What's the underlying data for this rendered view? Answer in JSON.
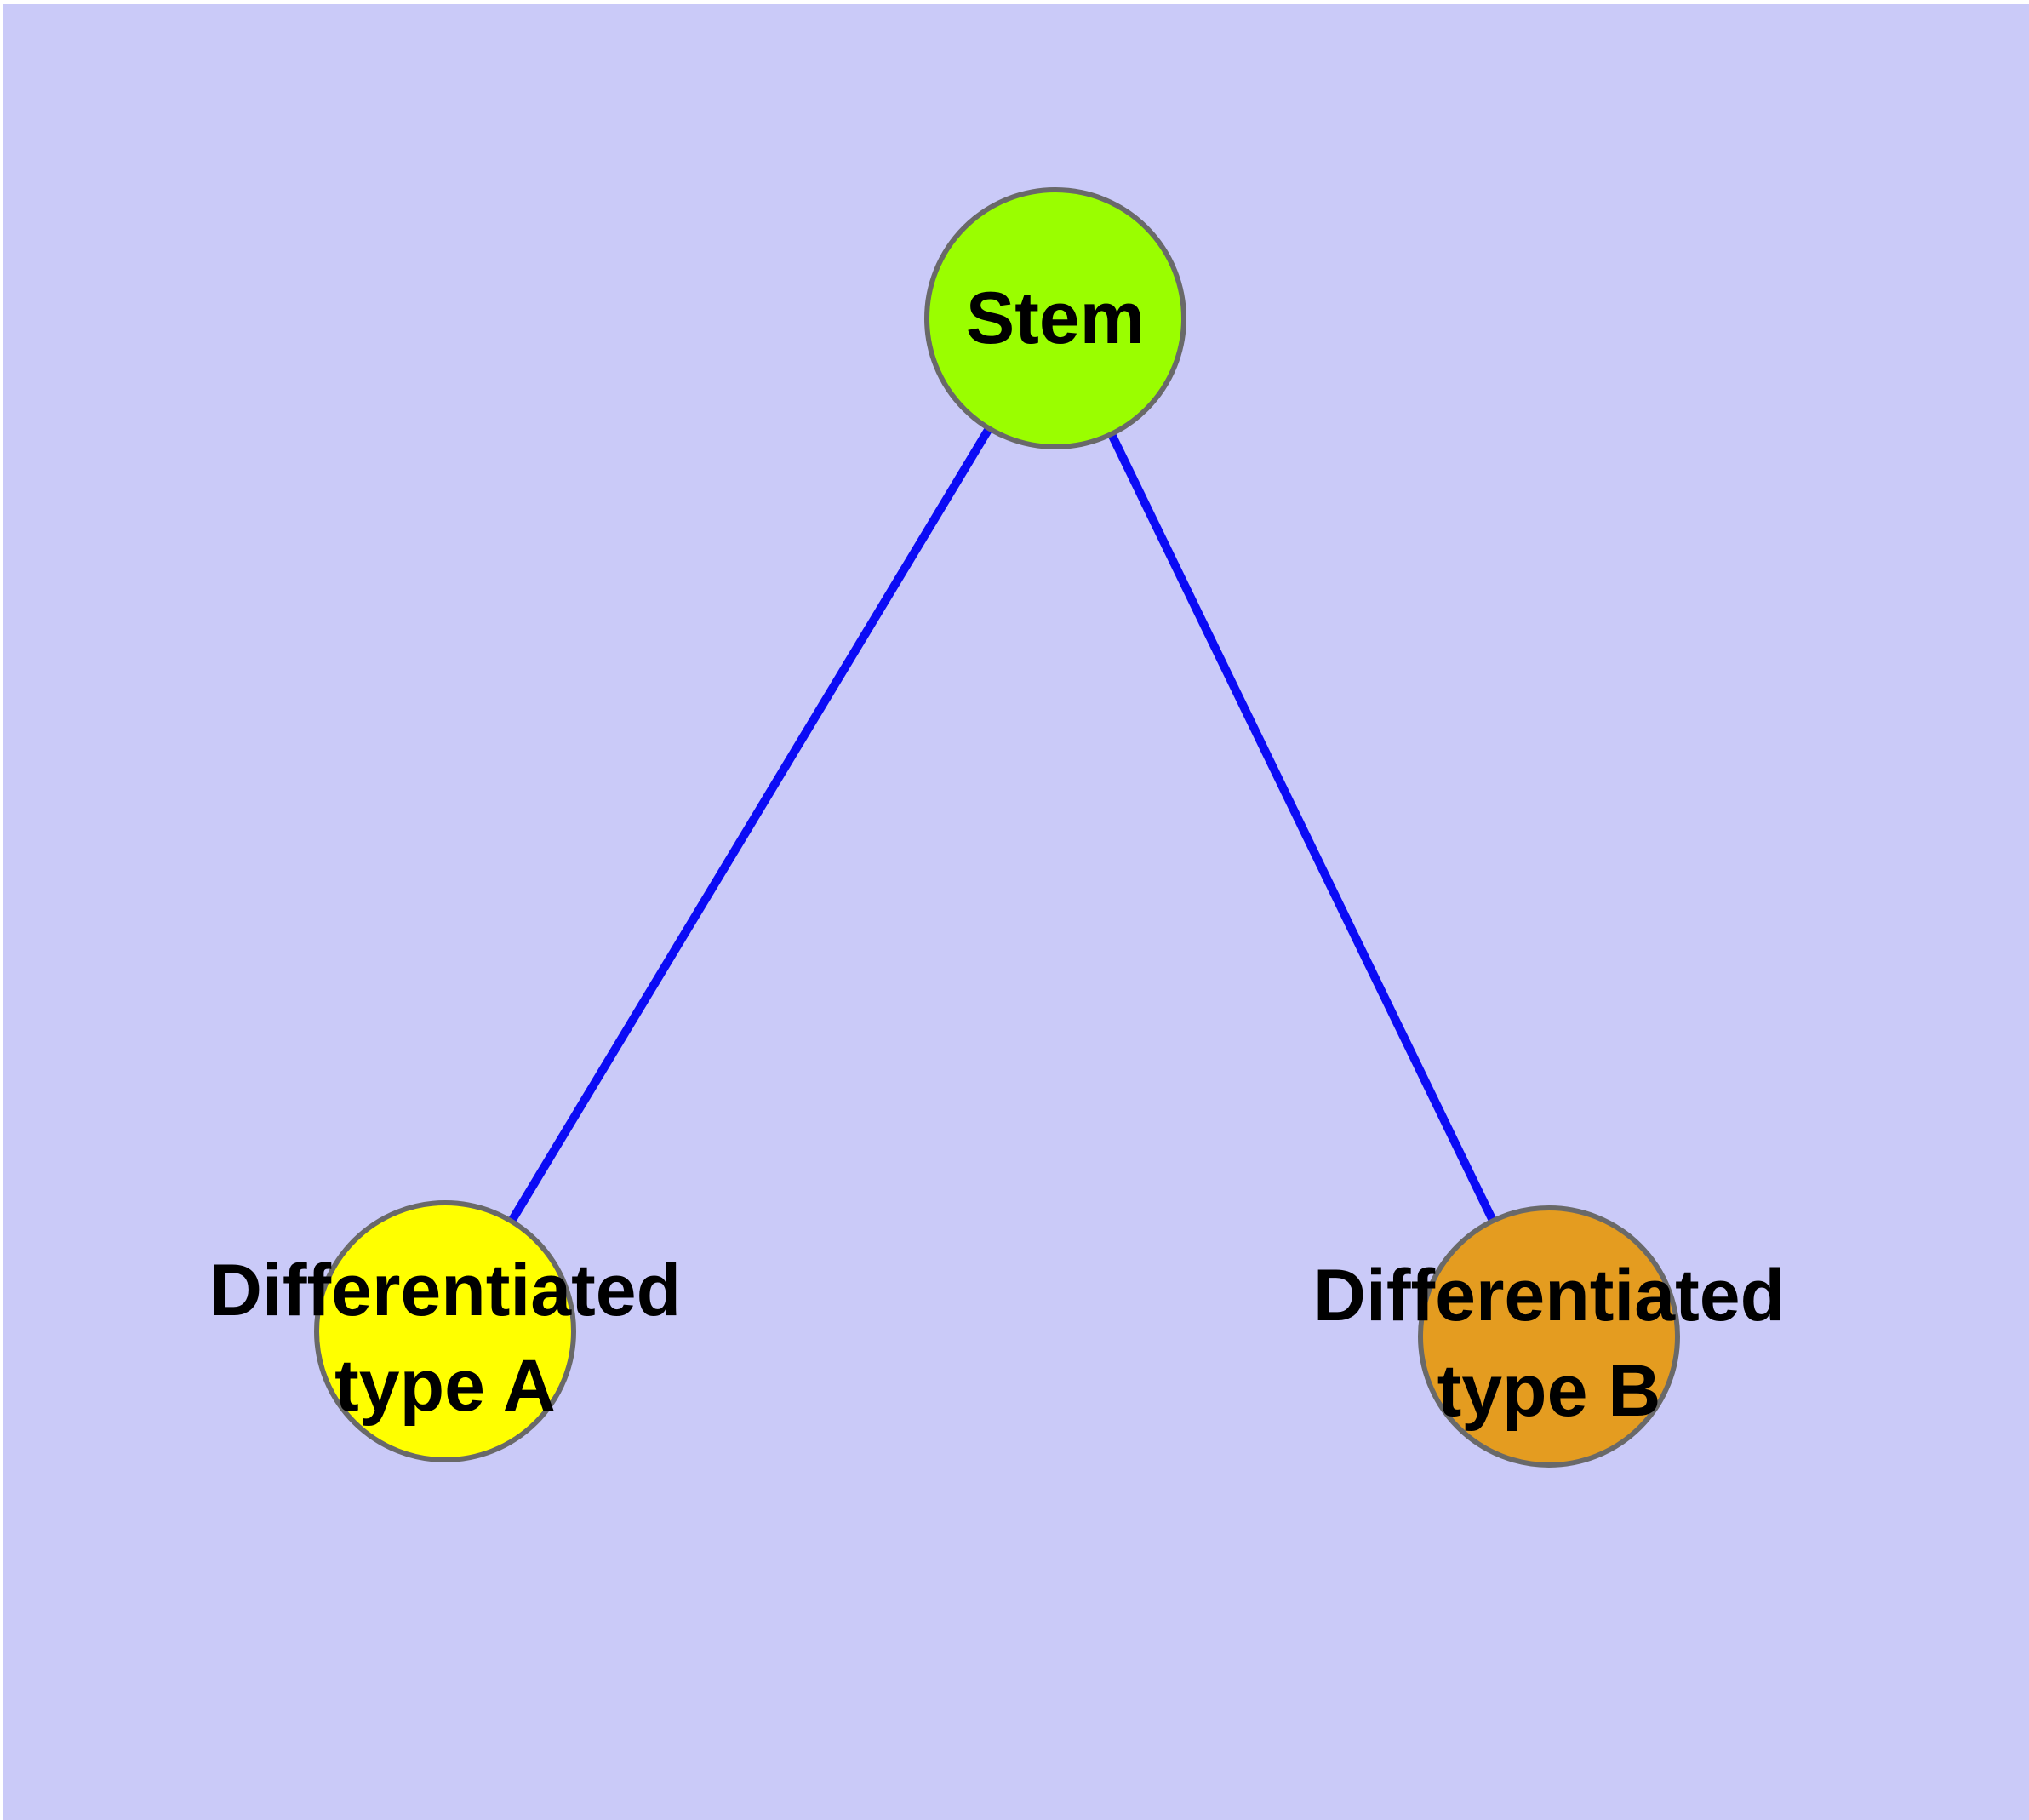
{
  "canvas": {
    "margin_color": "#ffffff",
    "panel_color": "#cacaf8"
  },
  "diagram": {
    "type": "graph",
    "description": "Stem cell differentiation tree: one stem node with two differentiated child nodes",
    "edge_color": "#0b0bf5",
    "node_border_color": "#696969",
    "label_color": "#000000",
    "nodes": [
      {
        "id": "stem",
        "label": "Stem",
        "color": "#9afe00"
      },
      {
        "id": "type-a",
        "label_lines": {
          "0": "Differentiated",
          "1": "type A"
        },
        "color": "#ffff00"
      },
      {
        "id": "type-b",
        "label_lines": {
          "0": "Differentiated",
          "1": "type B"
        },
        "color": "#e49c20"
      }
    ],
    "edges": [
      {
        "from": "stem",
        "to": "type-a"
      },
      {
        "from": "stem",
        "to": "type-b"
      }
    ]
  }
}
